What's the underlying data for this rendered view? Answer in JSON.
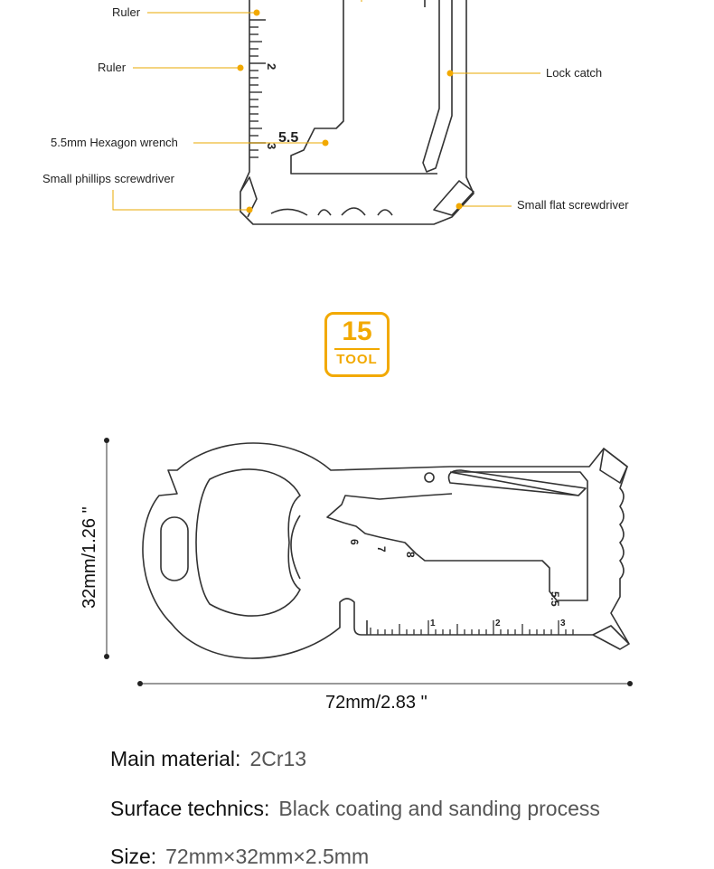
{
  "callouts": {
    "ruler_top": "Ruler",
    "ruler_mid": "Ruler",
    "hex_wrench": "5.5mm Hexagon wrench",
    "phillips": "Small phillips screwdriver",
    "lock_catch": "Lock catch",
    "flat_screwdriver": "Small flat screwdriver"
  },
  "top_diagram_marks": {
    "ruler_num_2": "2",
    "ruler_num_3": "3",
    "hex_size": "5.5"
  },
  "badge": {
    "number": "15",
    "label": "TOOL",
    "color": "#f2a900"
  },
  "bottom_diagram_marks": {
    "hex_6": "6",
    "hex_7": "7",
    "hex_8": "8",
    "hex_55": "5.5",
    "ruler_1": "1",
    "ruler_2": "2",
    "ruler_3": "3"
  },
  "dimensions": {
    "height": "32mm/1.26 \"",
    "width": "72mm/2.83 \""
  },
  "specs": [
    {
      "key": "Main material:",
      "value": "2Cr13"
    },
    {
      "key": "Surface technics:",
      "value": "Black coating and sanding process"
    },
    {
      "key": "Size:",
      "value": "72mm×32mm×2.5mm"
    }
  ],
  "colors": {
    "accent": "#f2a900",
    "leader": "#e8a800",
    "outline": "#333333"
  }
}
